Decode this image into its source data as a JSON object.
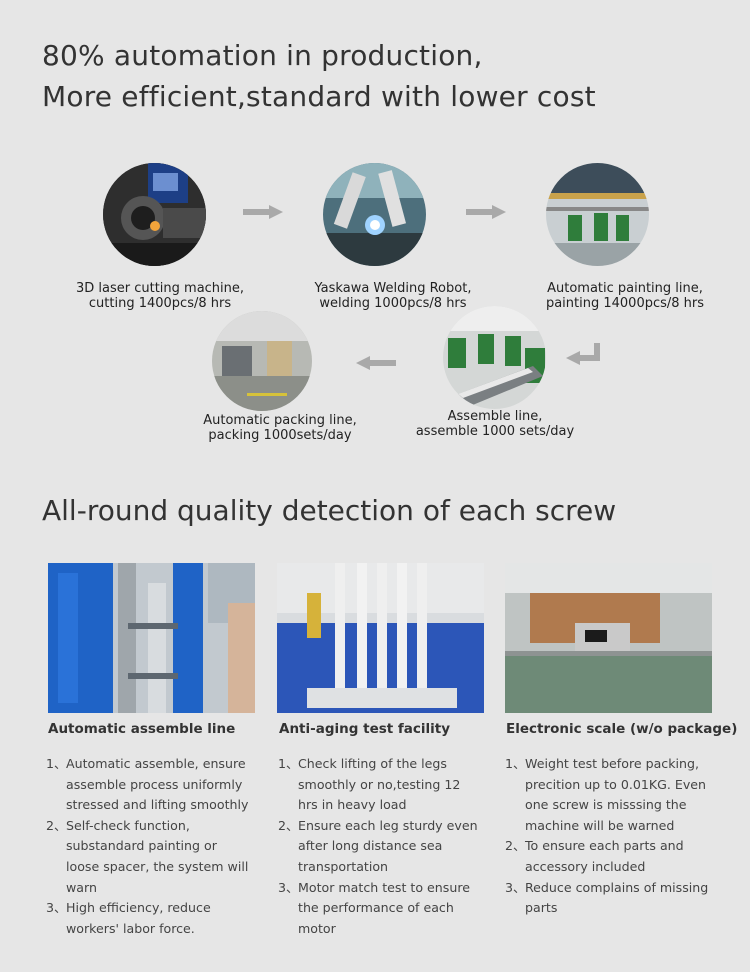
{
  "header": {
    "line1": "80% automation in production,",
    "line2": "More efficient,standard with lower cost"
  },
  "process": {
    "steps": [
      {
        "line1": "3D laser cutting machine,",
        "line2": "cutting 1400pcs/8 hrs"
      },
      {
        "line1": "Yaskawa Welding Robot,",
        "line2": "welding 1000pcs/8 hrs"
      },
      {
        "line1": "Automatic painting line,",
        "line2": "painting 14000pcs/8 hrs"
      },
      {
        "line1": "Assemble line,",
        "line2": "assemble 1000 sets/day"
      },
      {
        "line1": "Automatic packing line,",
        "line2": "packing 1000sets/day"
      }
    ]
  },
  "quality": {
    "title": "All-round quality detection of each screw",
    "columns": [
      {
        "title": "Automatic assemble line",
        "items": [
          {
            "num": "1、",
            "text": "Automatic assemble, ensure assemble process uniformly stressed and lifting smoothly"
          },
          {
            "num": "2、",
            "text": "Self-check function, substandard painting or loose spacer, the system will warn"
          },
          {
            "num": "3、",
            "text": "High efficiency,  reduce workers' labor force."
          }
        ]
      },
      {
        "title": "Anti-aging test facility",
        "items": [
          {
            "num": "1、",
            "text": "Check lifting of the legs smoothly or no,testing 12 hrs in heavy load"
          },
          {
            "num": "2、",
            "text": "Ensure each leg sturdy even after long   distance sea transportation"
          },
          {
            "num": "3、",
            "text": "Motor match test to ensure the   performance of each motor"
          }
        ]
      },
      {
        "title": "Electronic scale (w/o package)",
        "items": [
          {
            "num": "1、",
            "text": "Weight test before packing, precition up to 0.01KG. Even one screw is misssing the machine will be warned"
          },
          {
            "num": "2、",
            "text": "To ensure each parts and accessory included"
          },
          {
            "num": "3、",
            "text": "Reduce  complains of missing parts"
          }
        ]
      }
    ]
  },
  "colors": {
    "background": "#e6e6e6",
    "arrow": "#a9a9a9",
    "worker_green": "#2f7d3b",
    "machine_blue": "#1f63c6"
  }
}
